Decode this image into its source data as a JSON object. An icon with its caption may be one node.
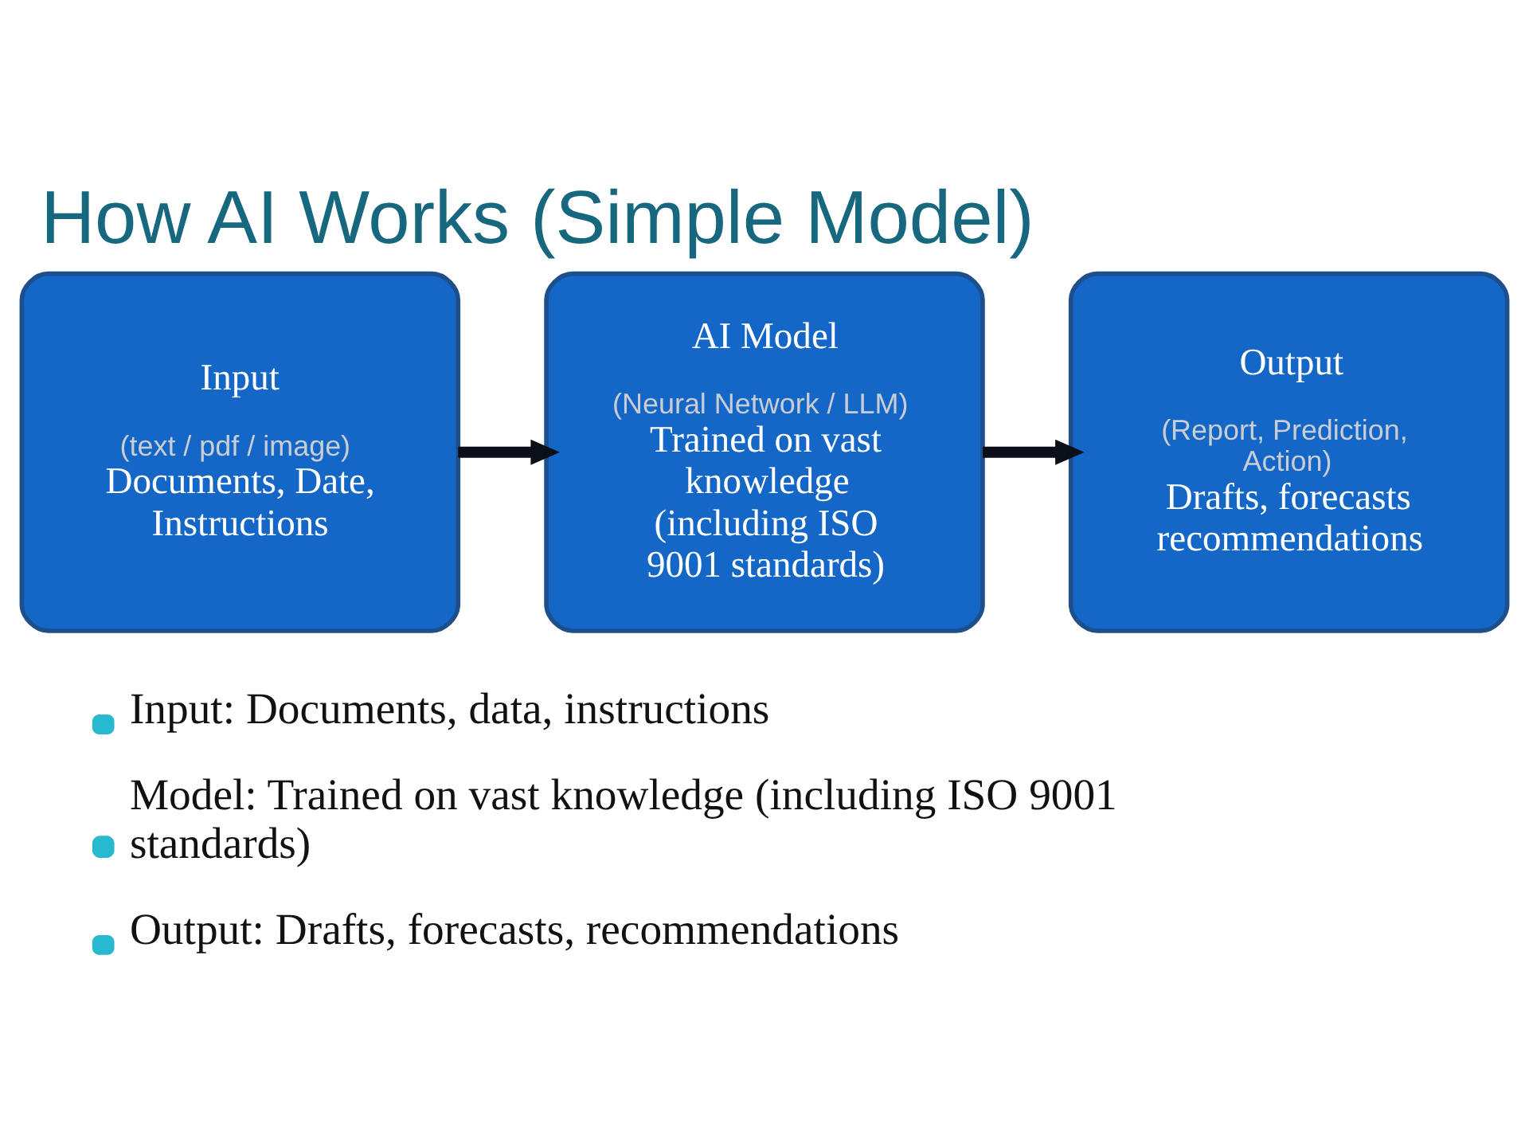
{
  "diagram": {
    "title": "How AI Works (Simple Model)",
    "nodes": [
      {
        "text": [
          "Input",
          "(text / pdf / image)",
          "Documents, Date, Instructions"
        ]
      },
      {
        "text": [
          "AI Model",
          "(Neural Network / LLM)",
          "Trained on vast knowledge (including ISO 9001 standards)"
        ]
      },
      {
        "text": [
          "Output",
          "(Report, Prediction, Action)",
          "Drafts, forecasts recommendations"
        ]
      }
    ],
    "edges": [
      {
        "from": 0,
        "to": 1,
        "arrow": "to"
      },
      {
        "from": 1,
        "to": 2,
        "arrow": "to"
      }
    ],
    "labels": [
      "Input: Documents, data, instructions",
      "Model: Trained on vast knowledge (including ISO 9001 standards)",
      "Output: Drafts, forecasts, recommendations"
    ]
  }
}
